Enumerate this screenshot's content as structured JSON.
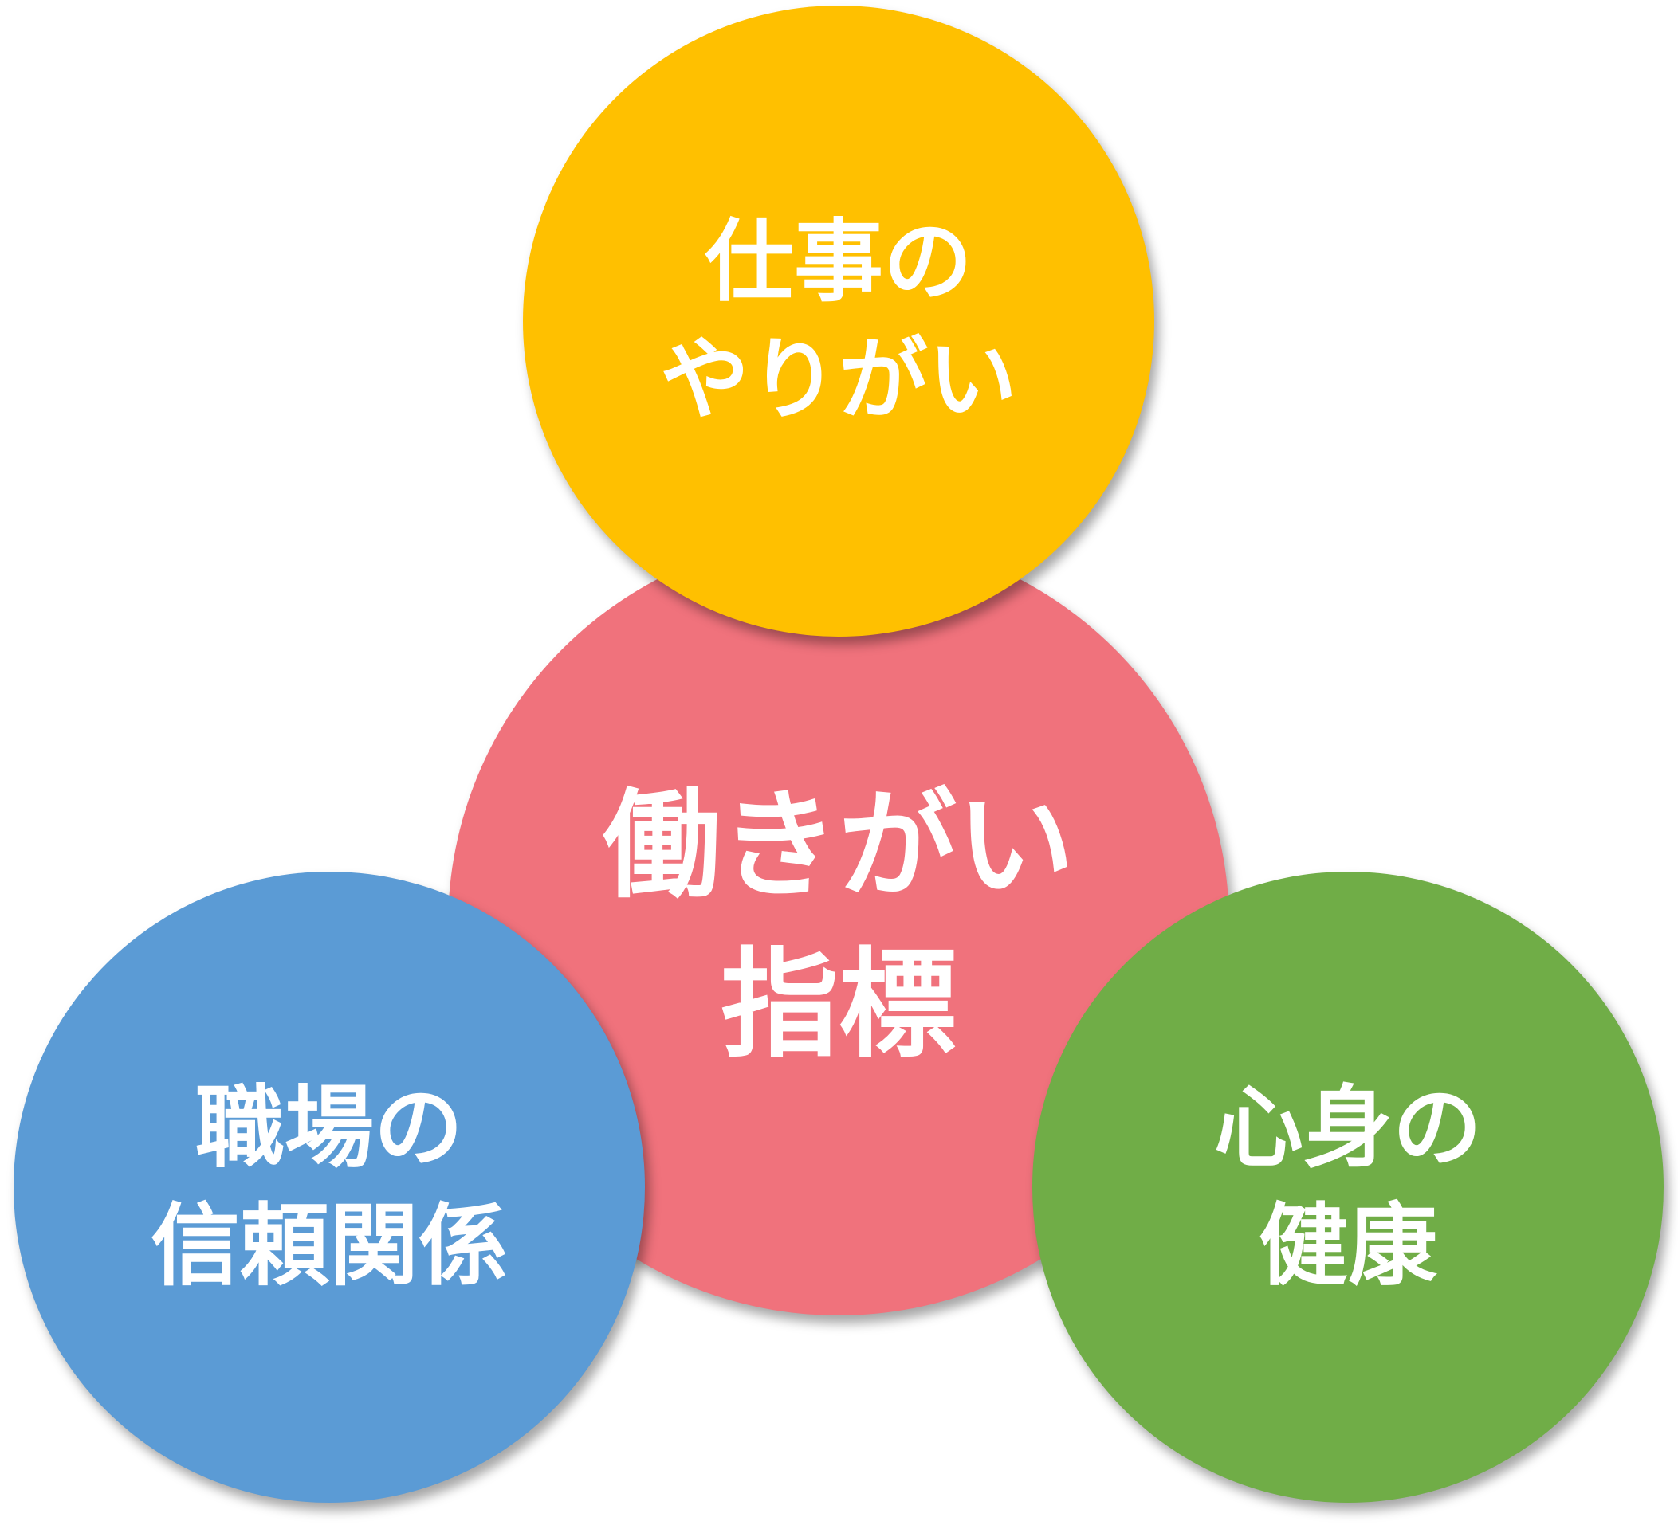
{
  "colors": {
    "center": "#F0727C",
    "top": "#FFC000",
    "left": "#5B9BD5",
    "right": "#70AD47"
  },
  "center": {
    "lines": [
      "働きがい",
      "指標"
    ]
  },
  "top": {
    "lines": [
      "仕事の",
      "やりがい"
    ]
  },
  "left": {
    "lines": [
      "職場の",
      "信頼関係"
    ]
  },
  "right": {
    "lines": [
      "心身の",
      "健康"
    ]
  }
}
